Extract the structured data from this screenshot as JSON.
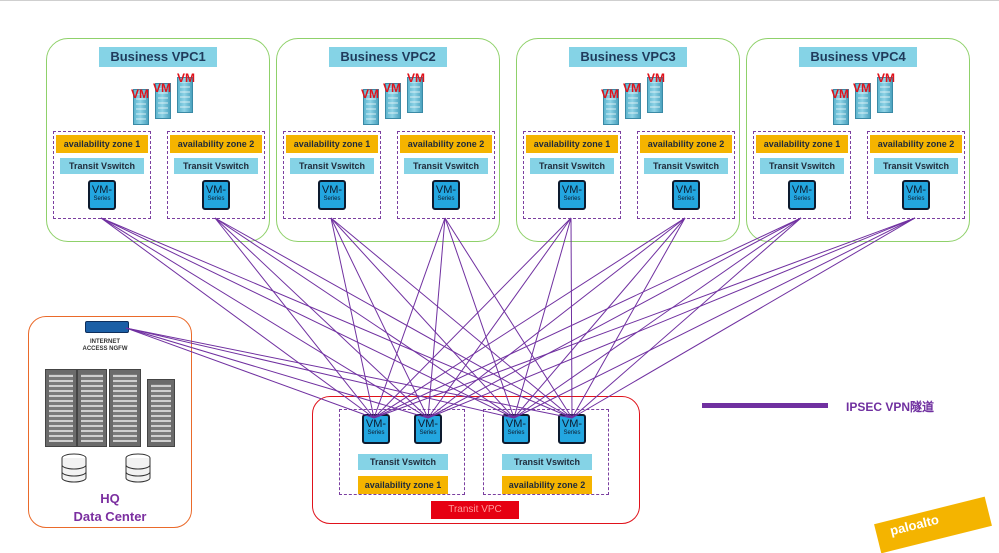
{
  "business_vpcs": [
    {
      "title": "Business VPC1",
      "vm_label": "VM",
      "azs": [
        {
          "zone": "availability zone 1",
          "vswitch": "Transit Vswitch",
          "fw": {
            "line1": "VM-",
            "line2": "Series"
          }
        },
        {
          "zone": "availability zone 2",
          "vswitch": "Transit Vswitch",
          "fw": {
            "line1": "VM-",
            "line2": "Series"
          }
        }
      ]
    },
    {
      "title": "Business VPC2",
      "vm_label": "VM",
      "azs": [
        {
          "zone": "availability zone 1",
          "vswitch": "Transit Vswitch",
          "fw": {
            "line1": "VM-",
            "line2": "Series"
          }
        },
        {
          "zone": "availability zone 2",
          "vswitch": "Transit Vswitch",
          "fw": {
            "line1": "VM-",
            "line2": "Series"
          }
        }
      ]
    },
    {
      "title": "Business VPC3",
      "vm_label": "VM",
      "azs": [
        {
          "zone": "availability zone 1",
          "vswitch": "Transit Vswitch",
          "fw": {
            "line1": "VM-",
            "line2": "Series"
          }
        },
        {
          "zone": "availability zone 2",
          "vswitch": "Transit Vswitch",
          "fw": {
            "line1": "VM-",
            "line2": "Series"
          }
        }
      ]
    },
    {
      "title": "Business VPC4",
      "vm_label": "VM",
      "azs": [
        {
          "zone": "availability zone 1",
          "vswitch": "Transit Vswitch",
          "fw": {
            "line1": "VM-",
            "line2": "Series"
          }
        },
        {
          "zone": "availability zone 2",
          "vswitch": "Transit Vswitch",
          "fw": {
            "line1": "VM-",
            "line2": "Series"
          }
        }
      ]
    }
  ],
  "transit_vpc": {
    "label": "Transit VPC",
    "azs": [
      {
        "zone": "availability zone 1",
        "vswitch": "Transit Vswitch",
        "fws": [
          {
            "line1": "VM-",
            "line2": "Series"
          },
          {
            "line1": "VM-",
            "line2": "Series"
          }
        ]
      },
      {
        "zone": "availability zone 2",
        "vswitch": "Transit Vswitch",
        "fws": [
          {
            "line1": "VM-",
            "line2": "Series"
          },
          {
            "line1": "VM-",
            "line2": "Series"
          }
        ]
      }
    ]
  },
  "hq": {
    "ngfw_label_1": "INTERNET",
    "ngfw_label_2": "ACCESS NGFW",
    "title_line1": "HQ",
    "title_line2": "Data Center"
  },
  "legend": {
    "label": "IPSEC VPN隧道",
    "color": "#7030a0"
  },
  "logo": {
    "text": "paloalto"
  },
  "colors": {
    "vpc_border": "#8fd16a",
    "title_bg": "#85d3e6",
    "zone_bg": "#f5b400",
    "firewall": "#23a6e0",
    "transit_border": "#e0121b",
    "hq_border": "#ea6a2a",
    "tunnel": "#7030a0"
  }
}
